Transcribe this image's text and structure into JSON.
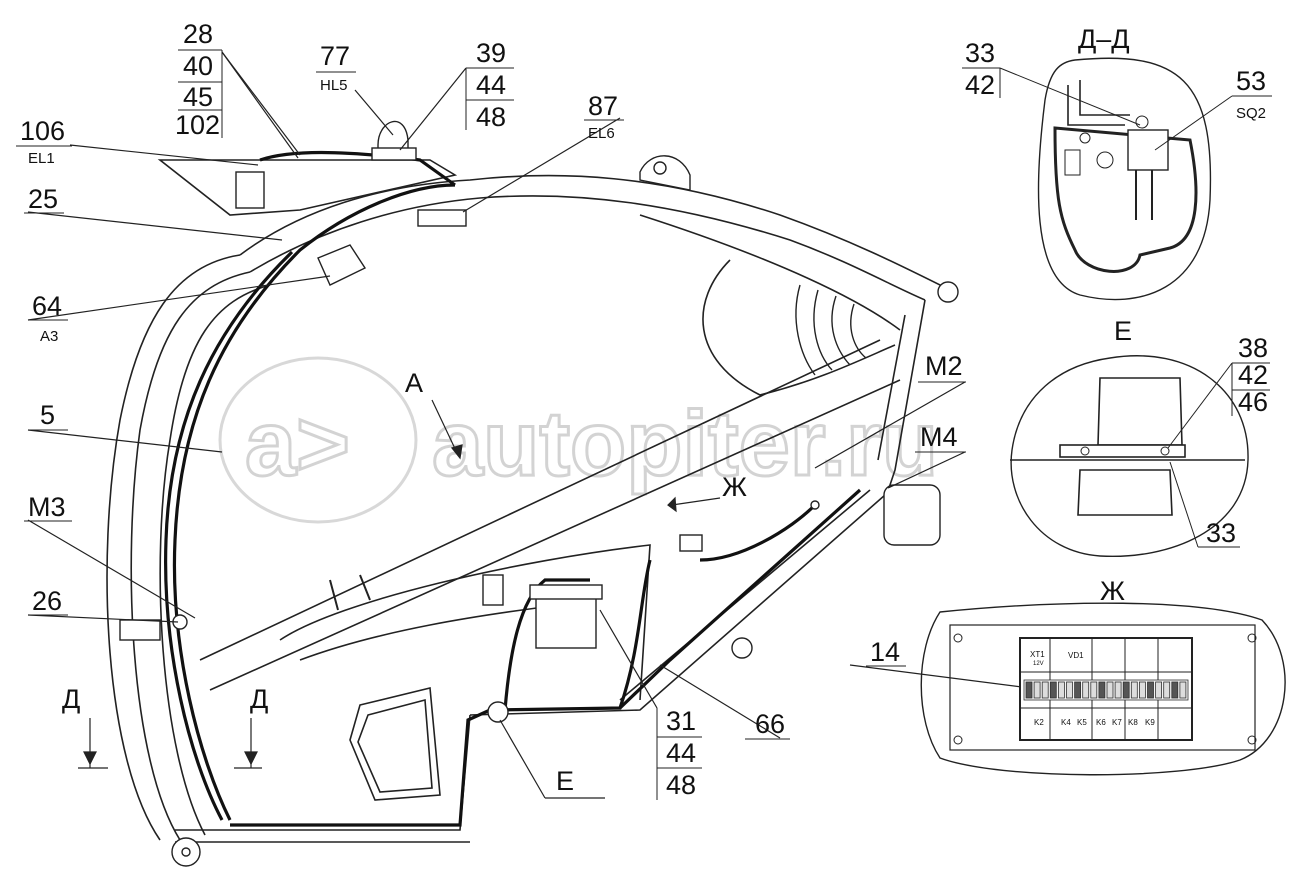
{
  "watermark": {
    "text": "autopiter.ru",
    "logo": "a>"
  },
  "sections": {
    "dd": "Д–Д",
    "e": "Е",
    "zh": "Ж"
  },
  "views": {
    "a": "А",
    "zh_arrow": "Ж",
    "d_left": "Д",
    "d_right": "Д",
    "e_callout": "Е"
  },
  "callouts": {
    "c28": [
      "28",
      "40",
      "45",
      "102"
    ],
    "c77": {
      "num": "77",
      "code": "HL5"
    },
    "c39": [
      "39",
      "44",
      "48"
    ],
    "c87": {
      "num": "87",
      "code": "EL6"
    },
    "c106": {
      "num": "106",
      "code": "EL1"
    },
    "c25": "25",
    "c64": {
      "num": "64",
      "code": "A3"
    },
    "c5": "5",
    "cM3": "M3",
    "c26": "26",
    "cM2": "M2",
    "cM4": "M4",
    "c31": [
      "31",
      "44",
      "48"
    ],
    "c66": "66",
    "c14": "14",
    "c33a": [
      "33",
      "42"
    ],
    "c53": {
      "num": "53",
      "code": "SQ2"
    },
    "c38": [
      "38",
      "42",
      "46"
    ],
    "c33b": "33"
  },
  "fuse_box": {
    "xt1": "XT1",
    "xt1_sub": "12V",
    "vd1": "VD1",
    "relays": [
      "K2",
      "K4",
      "K5",
      "K6",
      "K7",
      "K8",
      "K9"
    ]
  }
}
